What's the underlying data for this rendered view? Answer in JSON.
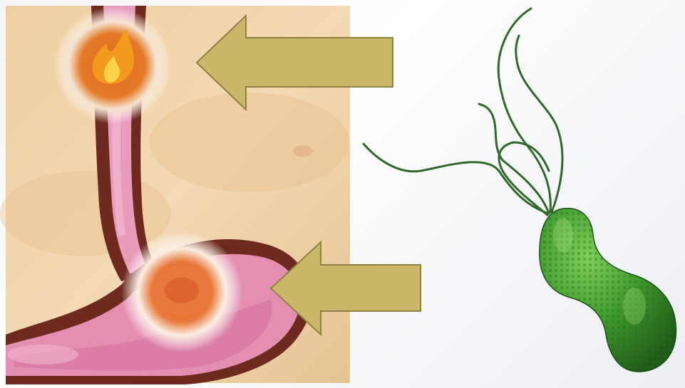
{
  "slide": {
    "background": "#ffffff",
    "illustration_left": {
      "subject": "esophagus-and-stomach-diagram",
      "skin_color": "#f2d2a6",
      "organ_color": "#e79cbc",
      "organ_outline": "#6e2a1f",
      "hotspot_color": "#e2691c"
    },
    "arrows": [
      {
        "id": "upper",
        "points_to": "esophagus-burn-spot",
        "color": "#c9b76a",
        "stroke": "#8f8240"
      },
      {
        "id": "lower",
        "points_to": "stomach-ulcer-spot",
        "color": "#c9b76a",
        "stroke": "#8f8240"
      }
    ],
    "illustration_right": {
      "subject": "helicobacter-pylori-bacterium",
      "body_color": "#3f9a2c",
      "flagella_color": "#2f6a2a"
    }
  }
}
